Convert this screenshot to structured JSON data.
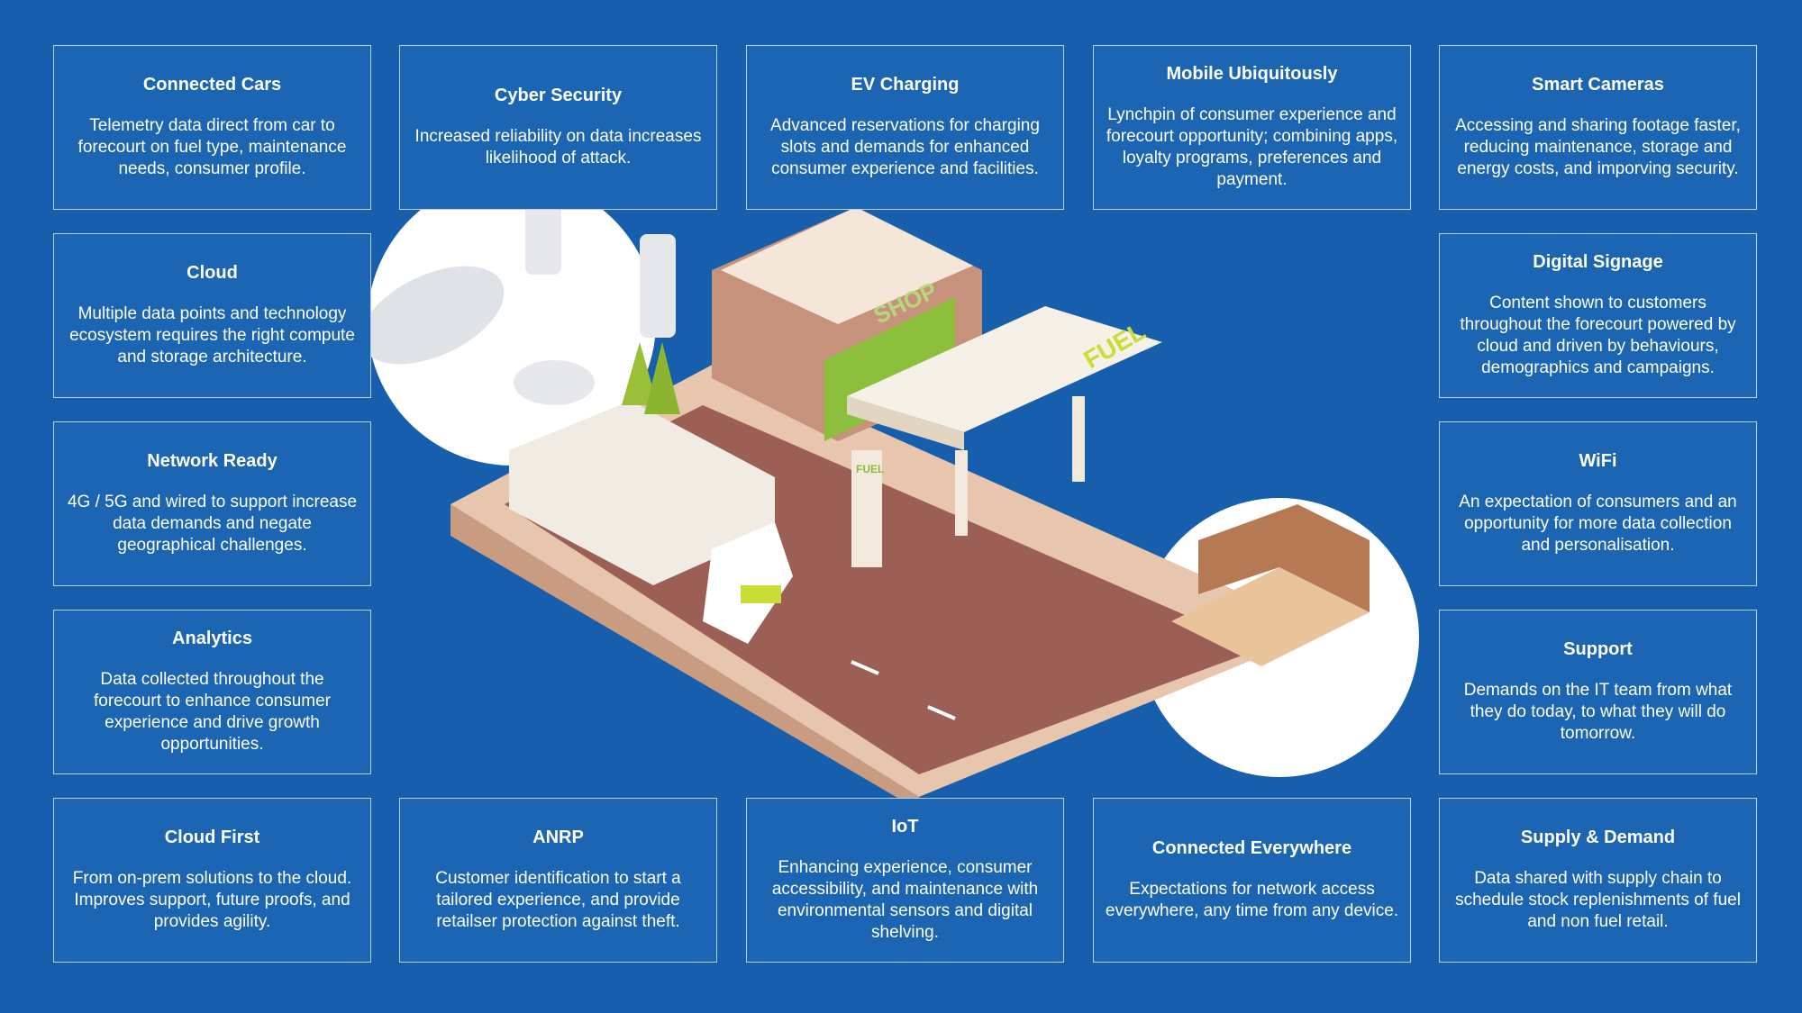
{
  "cards": [
    {
      "title": "Connected Cars",
      "body": "Telemetry data direct from car to forecourt on fuel type, maintenance needs, consumer profile."
    },
    {
      "title": "Cyber Security",
      "body": "Increased reliability on data increases likelihood of attack."
    },
    {
      "title": "EV Charging",
      "body": "Advanced reservations for charging slots and demands for enhanced consumer experience and facilities."
    },
    {
      "title": "Mobile Ubiquitously",
      "body": "Lynchpin of consumer experience and forecourt opportunity; combining apps, loyalty programs, preferences and payment."
    },
    {
      "title": "Smart Cameras",
      "body": "Accessing and sharing footage faster, reducing maintenance, storage and energy costs, and imporving security."
    },
    {
      "title": "Cloud",
      "body": "Multiple data points and technology ecosystem requires the right compute and storage architecture."
    },
    {
      "title": "Digital Signage",
      "body": "Content shown to customers throughout the forecourt powered by cloud and driven by behaviours, demographics and campaigns."
    },
    {
      "title": "Network Ready",
      "body": "4G / 5G and wired to support increase data demands and negate geographical challenges."
    },
    {
      "title": "WiFi",
      "body": "An expectation of consumers and an opportunity for more data collection and personalisation."
    },
    {
      "title": "Analytics",
      "body": "Data collected throughout the forecourt to enhance consumer experience and drive growth opportunities."
    },
    {
      "title": "Support",
      "body": "Demands on the IT team from what they do today, to what they will do tomorrow."
    },
    {
      "title": "Cloud First",
      "body": "From on-prem solutions to the cloud. Improves support, future proofs, and provides agility."
    },
    {
      "title": "ANRP",
      "body": "Customer identification to start a tailored experience, and provide retailser protection against theft."
    },
    {
      "title": "IoT",
      "body": "Enhancing experience, consumer accessibility, and maintenance with environmental sensors and digital shelving."
    },
    {
      "title": "Connected Everywhere",
      "body": "Expectations for network access everywhere, any time from any device."
    },
    {
      "title": "Supply & Demand",
      "body": "Data shared with supply chain to schedule stock replenishments of fuel and non fuel retail."
    }
  ],
  "illustration": {
    "canopy_sign": "FUEL",
    "shop_sign": "SHOP",
    "pump_sign": "FUEL"
  }
}
